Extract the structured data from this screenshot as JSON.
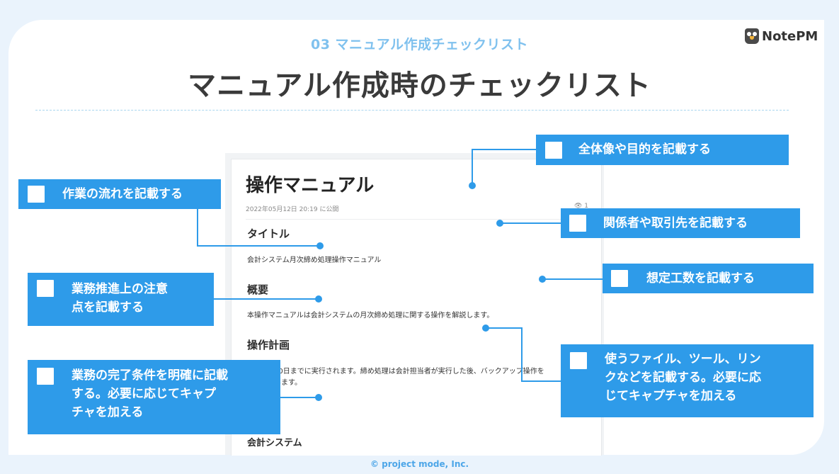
{
  "header": {
    "subtitle": "03 マニュアル作成チェックリスト",
    "title": "マニュアル作成時のチェックリスト",
    "brand": "NotePM"
  },
  "document": {
    "title": "操作マニュアル",
    "date": "2022年05月12日 20:19 に公開",
    "views": "1",
    "sections": [
      {
        "heading": "タイトル",
        "body": "会計システム月次締め処理操作マニュアル"
      },
      {
        "heading": "概要",
        "body": "本操作マニュアルは会計システムの月次締め処理に関する操作を解説します。"
      },
      {
        "heading": "操作計画",
        "body_line1": "毎月10日までに実行されます。締め処理は会計担当者が実行した後、バックアップ操作を",
        "body_line2": "て行います。"
      },
      {
        "heading": "会計システム"
      }
    ]
  },
  "callouts": {
    "overview_purpose": "全体像や目的を記載する",
    "workflow": "作業の流れを記載する",
    "stakeholders": "関係者や取引先を記載する",
    "estimated_effort": "想定工数を記載する",
    "cautions": "業務推進上の注意\n点を記載する",
    "tools_links": "使うファイル、ツール、リン\nクなどを記載する。必要に応\nじてキャプチャを加える",
    "completion": "業務の完了条件を明確に記載\nする。必要に応じてキャプ\nチャを加える"
  },
  "footer": {
    "copyright": "© project mode, Inc."
  },
  "colors": {
    "accent": "#2e9be9",
    "subtitle": "#7fc1ee",
    "background": "#eaf3fc"
  }
}
